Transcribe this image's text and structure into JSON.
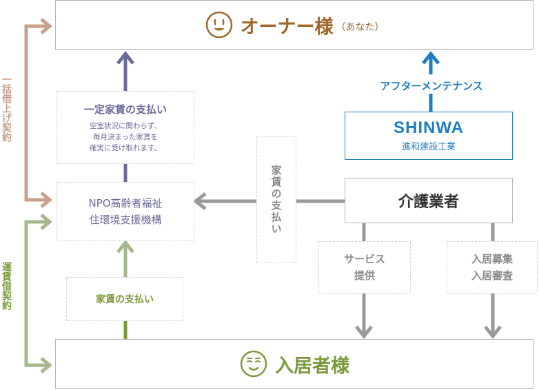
{
  "owner": {
    "title": "オーナー様",
    "suffix": "（あなた）"
  },
  "resident": {
    "title": "入居者様"
  },
  "npo": {
    "line1": "NPO高齢者福祉",
    "line2": "住環境支援機構"
  },
  "fixed_rent": {
    "heading": "一定家賃の支払い",
    "line1": "空室状況に関わらず、",
    "line2": "毎月決まった家賃を",
    "line3": "確実に受け取れます。"
  },
  "rent_payment_resident": "家賃の支払い",
  "rent_payment_care": "家賃の支払い",
  "care_provider": "介護業者",
  "service": {
    "line1": "サービス",
    "line2": "提供"
  },
  "recruit": {
    "line1": "入居募集",
    "line2": "入居審査"
  },
  "maintenance": "アフターメンテナンス",
  "shinwa": {
    "logo": "SHINWA",
    "name": "進和建設工業"
  },
  "contracts": {
    "master_lease": "一括借上げ契約",
    "lease": "運賃借契約"
  },
  "colors": {
    "brown": "#a0672a",
    "tan": "#c8a08c",
    "purple": "#6a6a9c",
    "green": "#7a9a3a",
    "green_light": "#a5b88c",
    "gray": "#9a9a9a",
    "blue": "#1f7dc4"
  }
}
